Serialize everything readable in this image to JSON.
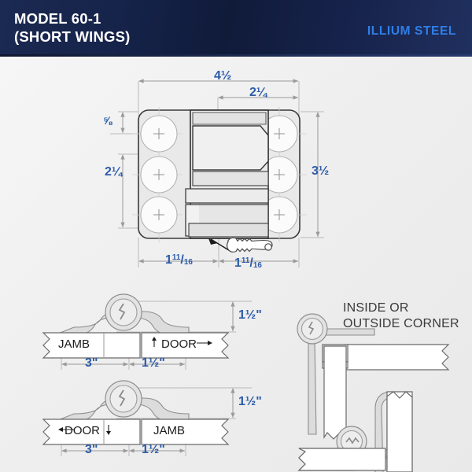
{
  "header": {
    "model_title": "MODEL 60-1\n(SHORT WINGS)",
    "brand": "ILLIUM STEEL",
    "brand_color": "#2f7fe8",
    "background_color": "#101b3a"
  },
  "main_drawing": {
    "name": "hinge-plan-view",
    "dimension_color": "#2c5ba8",
    "dimensions": {
      "overall_width": "4½",
      "center_width": "2¼",
      "top_offset": "⅝",
      "hole_spacing": "2¼",
      "overall_height": "3½",
      "bottom_left": {
        "whole": "1",
        "num": "11",
        "den": "16"
      },
      "bottom_right": {
        "whole": "1",
        "num": "11",
        "den": "16"
      }
    },
    "screw_holes": 6,
    "key_icon": "key-icon"
  },
  "section_top": {
    "name": "jamb-door-section",
    "left_label": "JAMB",
    "right_label": "DOOR",
    "height_dim": "1½\"",
    "left_dim": "3\"",
    "right_dim": "1½\""
  },
  "section_bottom": {
    "name": "door-jamb-section",
    "left_label": "DOOR",
    "right_label": "JAMB",
    "height_dim": "1½\"",
    "left_dim": "3\"",
    "right_dim": "1½\""
  },
  "corner_section": {
    "title": "INSIDE OR\nOUTSIDE CORNER",
    "title_color": "#3a3a3a"
  }
}
